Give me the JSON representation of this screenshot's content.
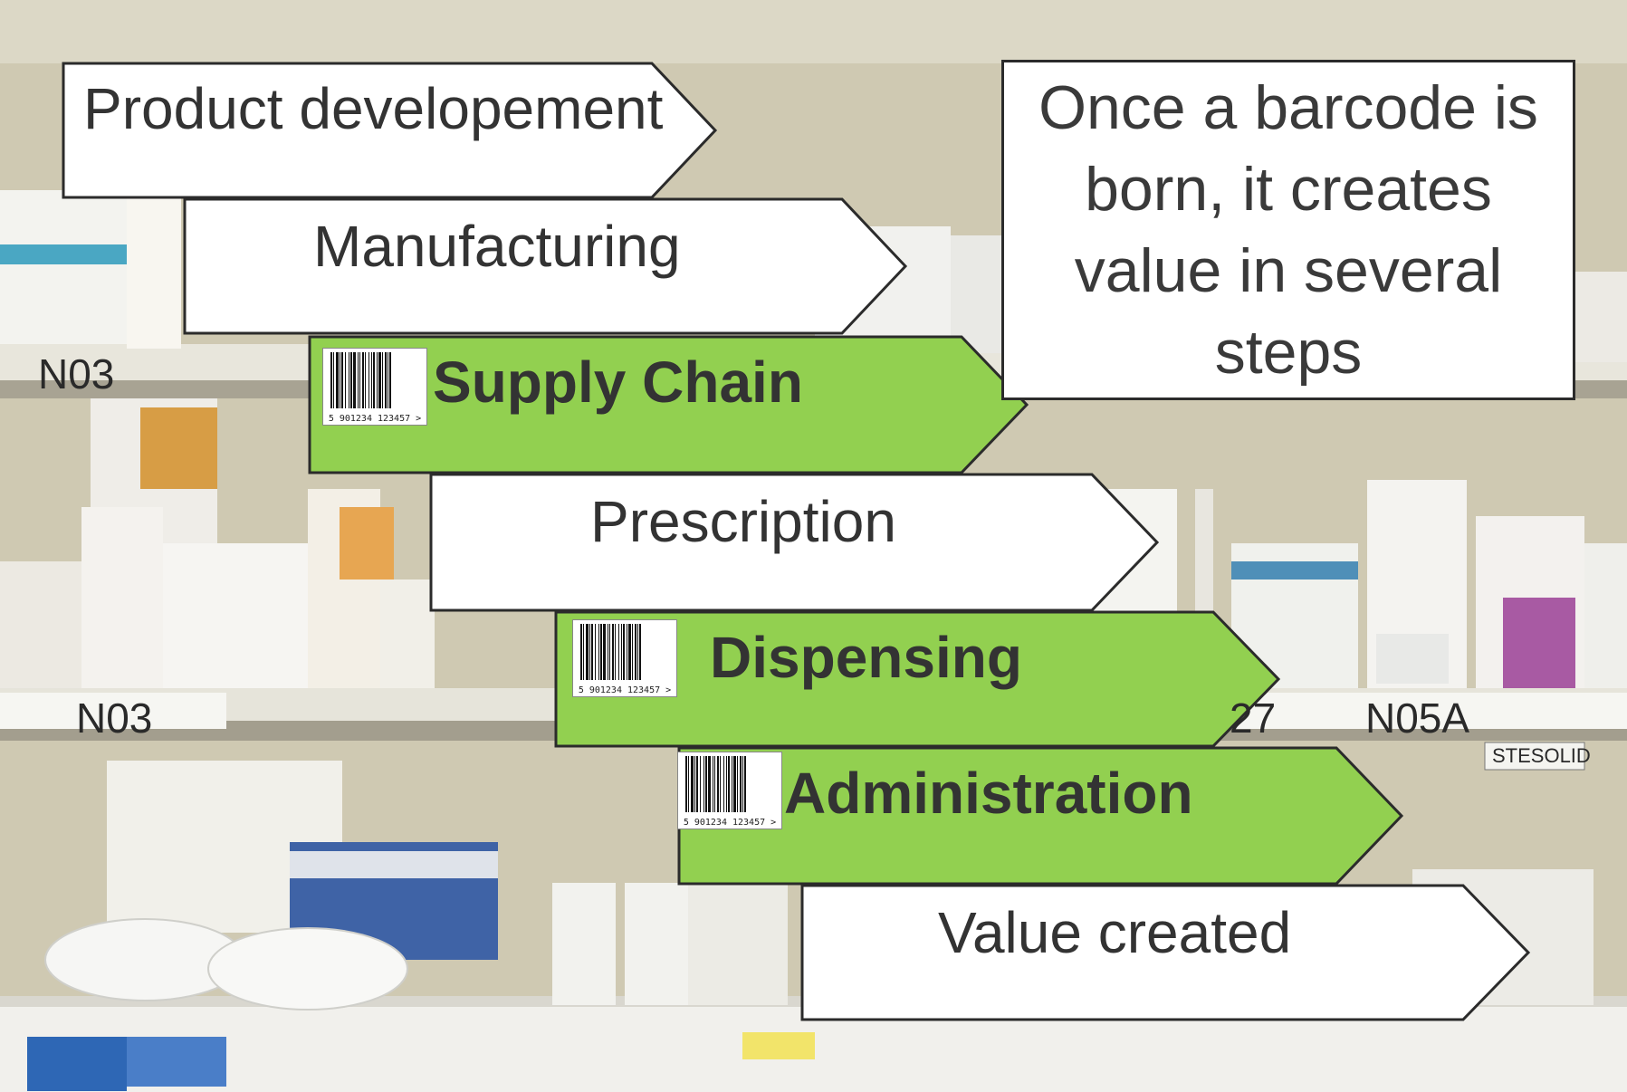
{
  "steps": [
    {
      "label": "Product developement",
      "style": "plain",
      "highlight": false,
      "barcode": false
    },
    {
      "label": "Manufacturing",
      "style": "plain",
      "highlight": false,
      "barcode": false
    },
    {
      "label": "Supply Chain",
      "style": "bold",
      "highlight": true,
      "barcode": true
    },
    {
      "label": "Prescription",
      "style": "plain",
      "highlight": false,
      "barcode": false
    },
    {
      "label": "Dispensing",
      "style": "bold",
      "highlight": true,
      "barcode": true
    },
    {
      "label": "Administration",
      "style": "bold",
      "highlight": true,
      "barcode": true
    },
    {
      "label": "Value created",
      "style": "plain",
      "highlight": false,
      "barcode": false
    }
  ],
  "barcode_digits": "5 901234 123457 >",
  "callout": {
    "text": "Once a barcode is born, it creates value in several steps"
  },
  "background_labels": {
    "shelf_a": "N03",
    "shelf_b": "N03",
    "shelf_c": "N05A",
    "shelf_d": "27",
    "stesolid": "STESOLID"
  },
  "colors": {
    "highlight_fill": "#92d050",
    "plain_fill": "#ffffff",
    "outline": "#2b2b2b",
    "text": "#333333"
  }
}
